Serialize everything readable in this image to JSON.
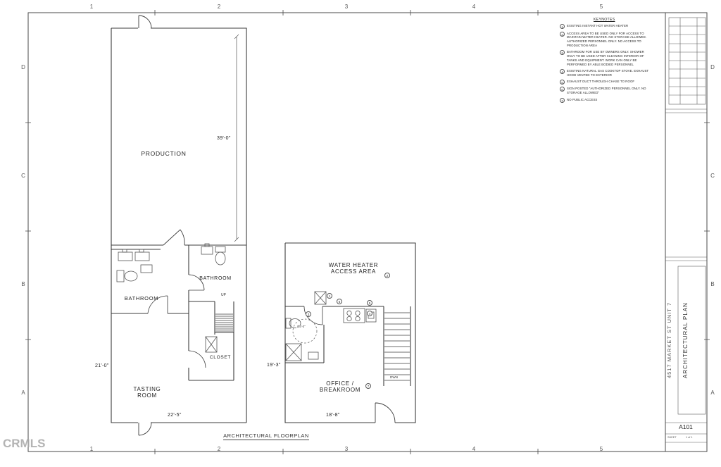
{
  "sheet": {
    "grid_cols": [
      "1",
      "2",
      "3",
      "4",
      "5"
    ],
    "grid_rows": [
      "D",
      "C",
      "B",
      "A"
    ],
    "caption": "ARCHITECTURAL FLOORPLAN",
    "watermark": "CRMLS"
  },
  "keynotes": {
    "title": "KEYNOTES",
    "items": [
      {
        "num": "1",
        "text": "EXISTING INSTANT HOT WATER HEATER"
      },
      {
        "num": "2",
        "text": "ACCESS AREA TO BE USED ONLY FOR ACCESS TO MAINTAIN WATER HEATER. NO STORAGE ALLOWED. AUTHORIZED PERSONNEL ONLY. NO ACCESS TO PRODUCTION AREA"
      },
      {
        "num": "3",
        "text": "BATHROOM FOR USE BY OWNERS ONLY. SHOWER ONLY TO BE USED AFTER CLEANING INTERIOR OF TANKS AND EQUIPMENT. WORK CAN ONLY BE PERFORMED BY ABLE BODIED PERSONNEL"
      },
      {
        "num": "4",
        "text": "EXISTING NATURAL GAS COOKTOP STOVE. EXHAUST HOOD VENTED TO EXTERIOR"
      },
      {
        "num": "5",
        "text": "EXHAUST DUCT THROUGH CHASE TO ROOF"
      },
      {
        "num": "6",
        "text": "SIGN POSTED \"AUTHORIZED PERSONNEL ONLY. NO STORAGE ALLOWED\""
      },
      {
        "num": "7",
        "text": "NO PUBLIC ACCESS"
      }
    ]
  },
  "left_plan": {
    "production": "PRODUCTION",
    "bathroom_left": "BATHROOM",
    "bathroom_right": "BATHROOM",
    "tasting_room": "TASTING\nROOM",
    "closet": "CLOSET",
    "up": "UP",
    "dim_height": "39'-0\"",
    "dim_left": "21'-0\"",
    "dim_bottom": "22'-5\""
  },
  "right_plan": {
    "water_heater": "WATER HEATER\nACCESS AREA",
    "office": "OFFICE /\nBREAKROOM",
    "dwn": "DWN",
    "turning_circle": "Ø5'-0\"",
    "dim_left": "19'-3\"",
    "dim_bottom": "18'-8\"",
    "refs": {
      "heater": "1",
      "access": "2",
      "bath": "3",
      "stove": "4",
      "exhaust": "5",
      "sign": "6",
      "office": "7"
    }
  },
  "titleblock": {
    "project": "4517 MARKET ST UNIT 7",
    "sheet_name": "ARCHITECTURAL PLAN",
    "sheet_number": "A101",
    "sheet_label": "SHEET",
    "sheet_of": "1 of 1"
  }
}
